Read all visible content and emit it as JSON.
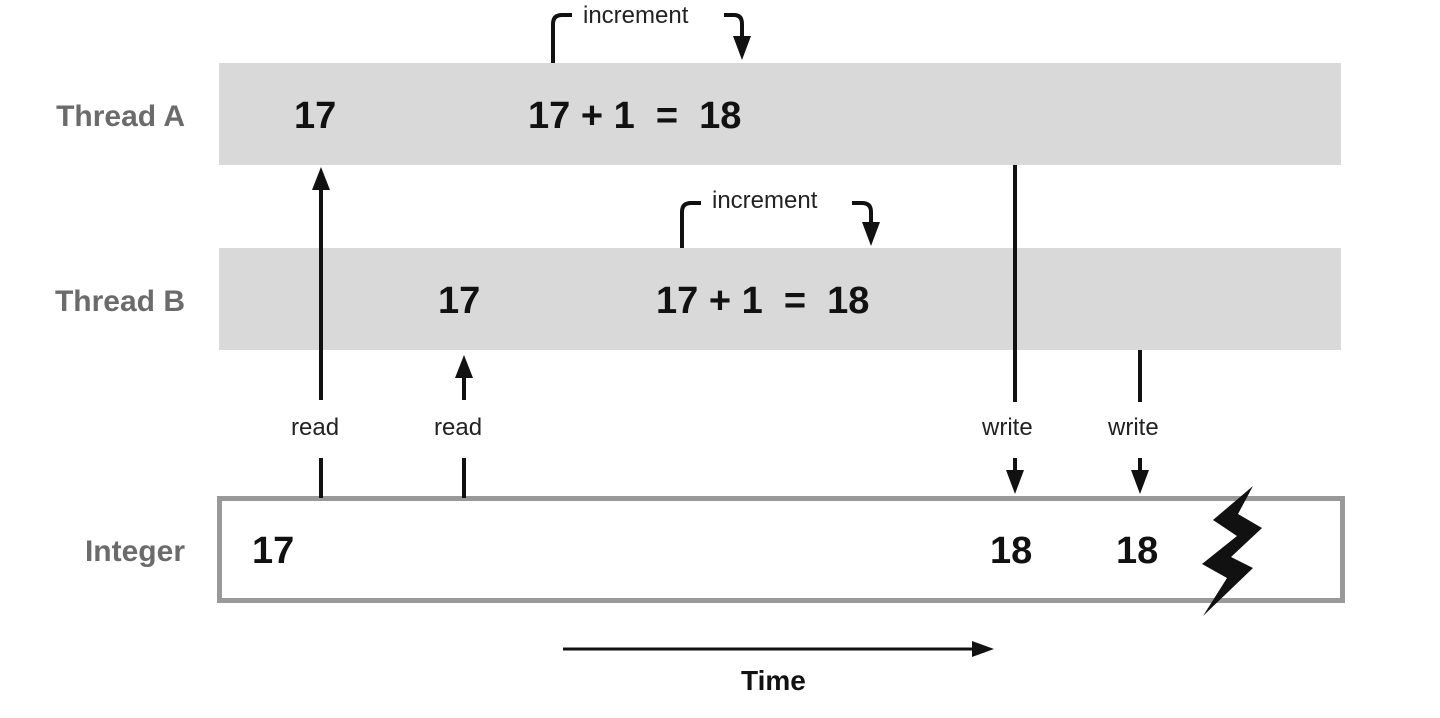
{
  "rows": {
    "thread_a": "Thread A",
    "thread_b": "Thread B",
    "integer": "Integer"
  },
  "thread_a": {
    "read_value": "17",
    "calc": "17 + 1  =  18",
    "increment_label": "increment"
  },
  "thread_b": {
    "read_value": "17",
    "calc": "17 + 1  =  18",
    "increment_label": "increment"
  },
  "integer": {
    "initial": "17",
    "after_first_write": "18",
    "after_second_write": "18"
  },
  "operations": {
    "read_a": "read",
    "read_b": "read",
    "write_a": "write",
    "write_b": "write"
  },
  "axis": {
    "time_label": "Time"
  },
  "icons": {
    "conflict": "lightning-bolt-icon"
  },
  "colors": {
    "lane": "#d9d9d9",
    "label": "#6b6b6b",
    "border": "#999999",
    "ink": "#111111"
  }
}
